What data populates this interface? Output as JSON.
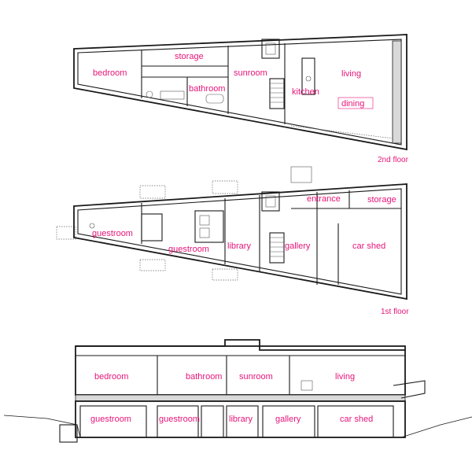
{
  "plans": {
    "floor2": {
      "title": "2nd floor",
      "rooms": {
        "bedroom": "bedroom",
        "storage": "storage",
        "bathroom": "bathroom",
        "sunroom": "sunroom",
        "kitchen": "kitchen",
        "living": "living",
        "dining": "dining"
      }
    },
    "floor1": {
      "title": "1st floor",
      "rooms": {
        "guestroom_a": "guestroom",
        "guestroom_b": "guestroom",
        "library": "library",
        "gallery": "gallery",
        "entrance": "entrance",
        "storage": "storage",
        "car_shed": "car shed"
      }
    },
    "section": {
      "upper": {
        "bedroom": "bedroom",
        "bathroom": "bathroom",
        "sunroom": "sunroom",
        "living": "living"
      },
      "lower": {
        "guestroom_a": "guestroom",
        "guestroom_b": "guestroom",
        "library": "library",
        "gallery": "gallery",
        "car_shed": "car shed"
      }
    }
  },
  "colors": {
    "label": "#e6157a",
    "line": "#1a1a1a"
  }
}
